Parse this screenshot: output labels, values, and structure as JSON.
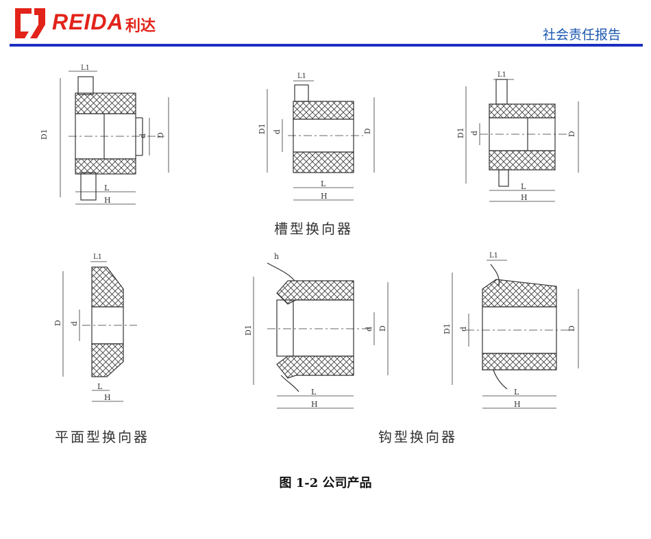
{
  "header": {
    "brand_en": "REIDA",
    "brand_cn": "利达",
    "report_title": "社会责任报告"
  },
  "figure": {
    "labels": {
      "groove": "槽型换向器",
      "flat": "平面型换向器",
      "hook": "钩型换向器"
    },
    "dims": {
      "L1": "L1",
      "D1": "D1",
      "D": "D",
      "d": "d",
      "L": "L",
      "H": "H",
      "h": "h"
    },
    "caption": "图 1-2 公司产品"
  },
  "colors": {
    "brand_red": "#e2231a",
    "title_blue": "#1a56b0",
    "rule_blue": "#1c2ec0"
  }
}
